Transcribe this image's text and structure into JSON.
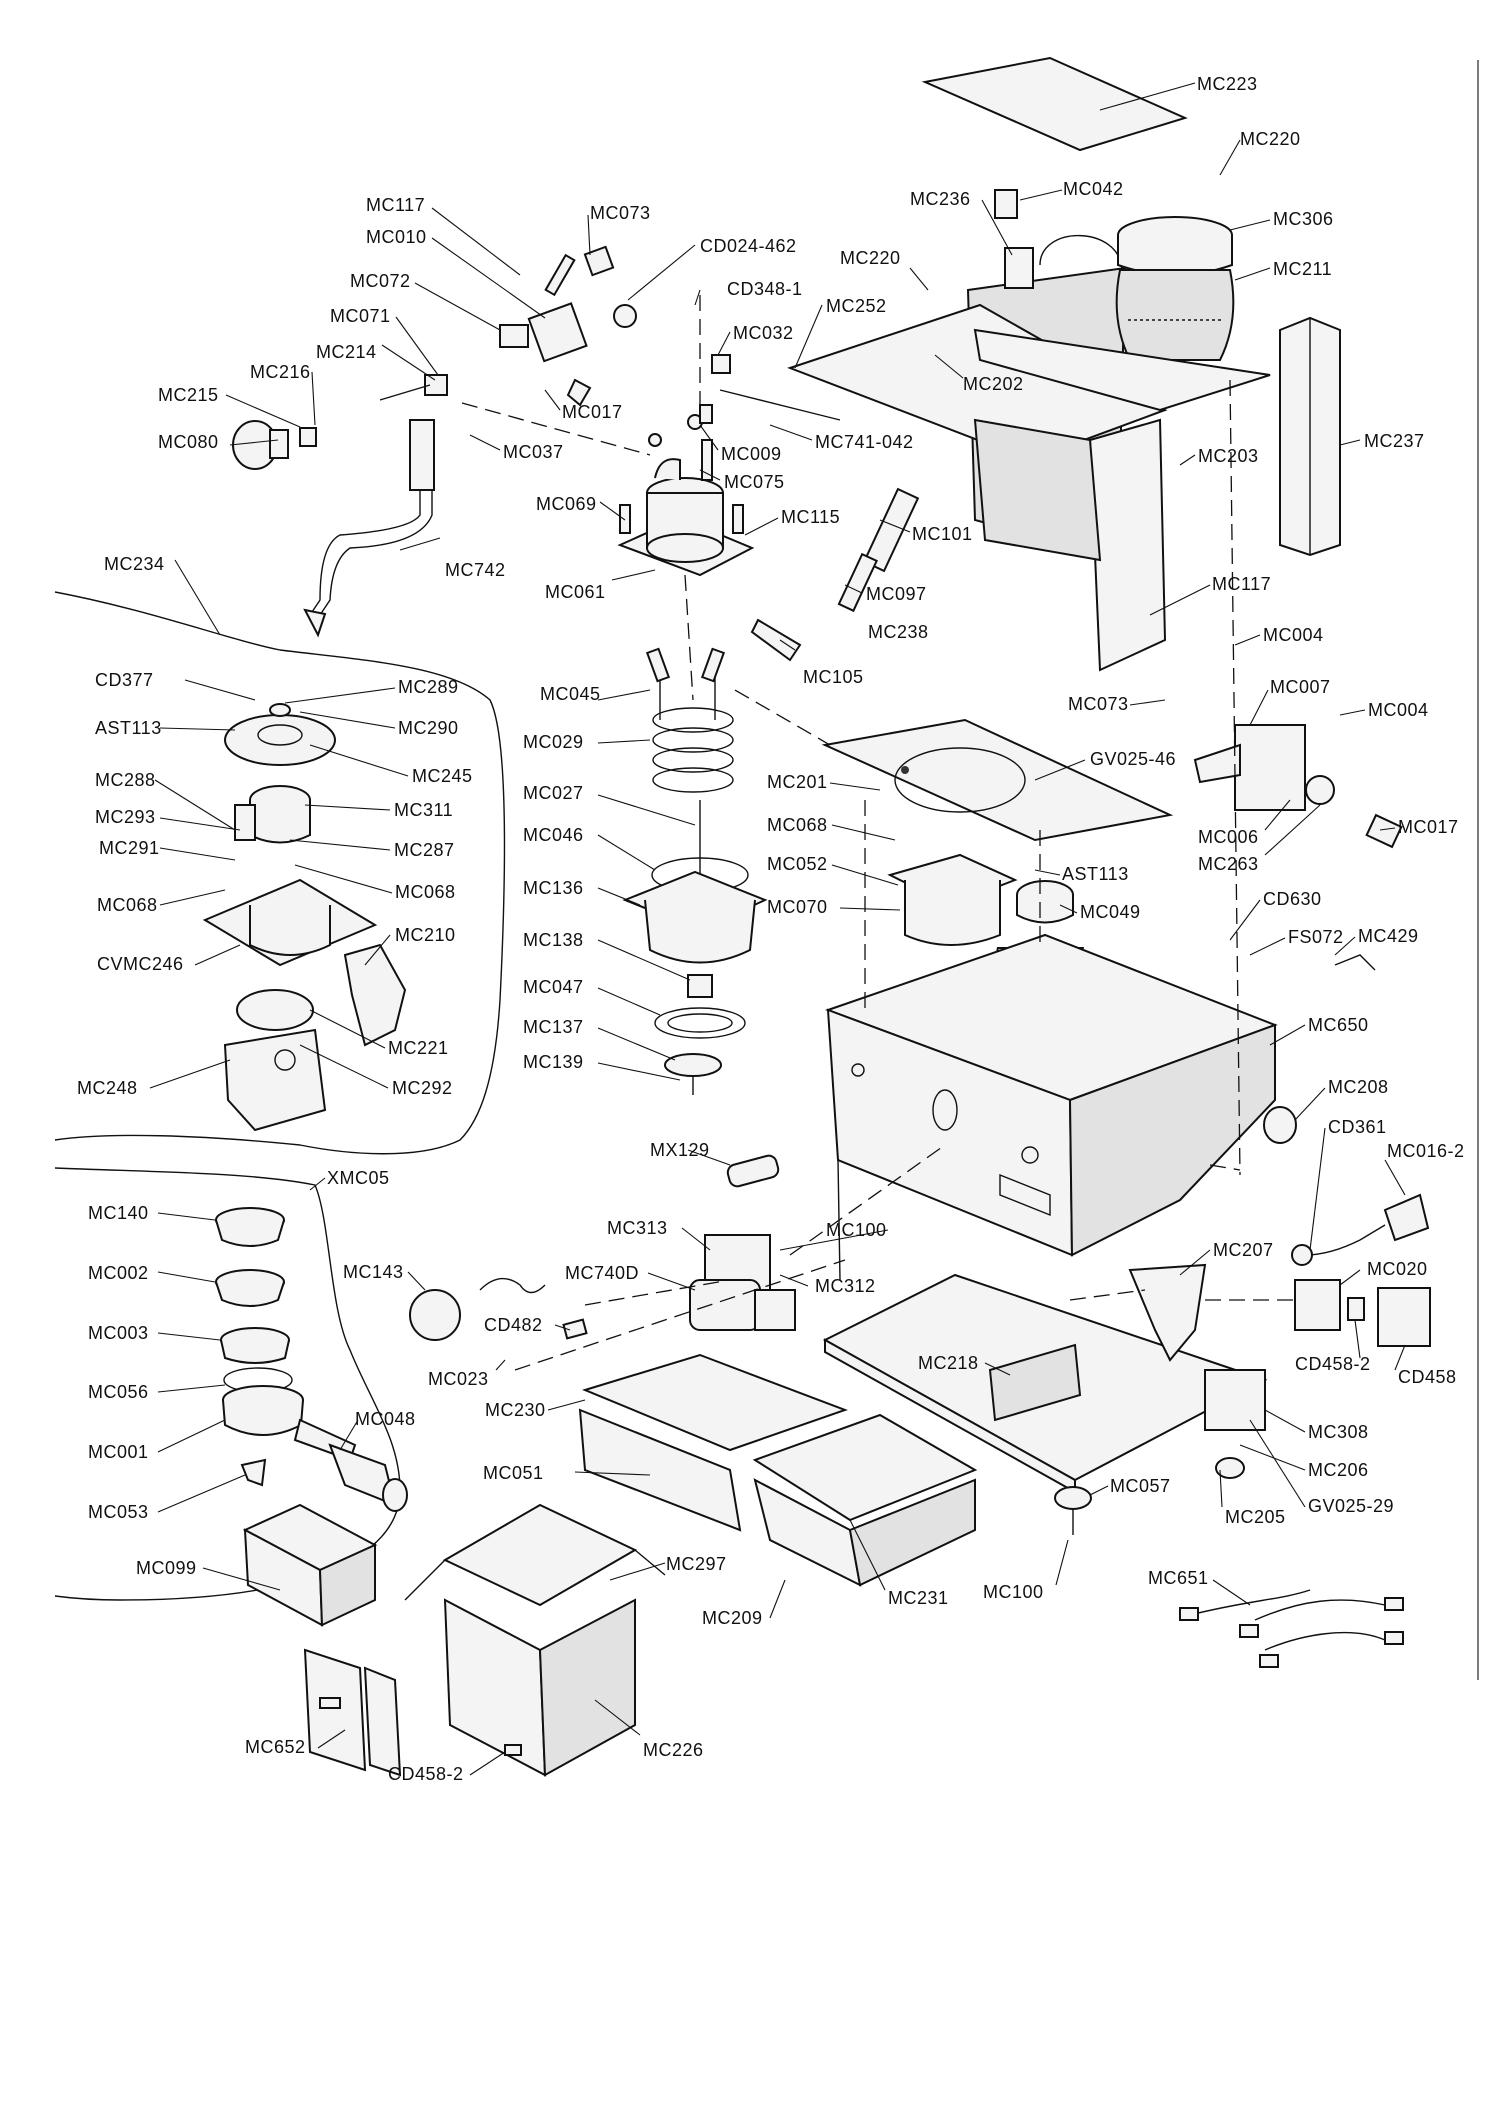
{
  "labels": {
    "mc223": "MC223",
    "mc220_top": "MC220",
    "mc042": "MC042",
    "mc236": "MC236",
    "mc306": "MC306",
    "mc211": "MC211",
    "mc220": "MC220",
    "mc252": "MC252",
    "mc202": "MC202",
    "mc237": "MC237",
    "mc203": "MC203",
    "mc117_right": "MC117",
    "mc004_a": "MC004",
    "mc007": "MC007",
    "mc004_b": "MC004",
    "mc073_right": "MC073",
    "mc006": "MC006",
    "mc017_right": "MC017",
    "mc263": "MC263",
    "mc117": "MC117",
    "mc073": "MC073",
    "mc010": "MC010",
    "cd024_462": "CD024-462",
    "mc072": "MC072",
    "cd348_1": "CD348-1",
    "mc071": "MC071",
    "mc032": "MC032",
    "mc214": "MC214",
    "mc216": "MC216",
    "mc215": "MC215",
    "mc017": "MC017",
    "mc080": "MC080",
    "mc037": "MC037",
    "mc009": "MC009",
    "mc741_042": "MC741-042",
    "mc075": "MC075",
    "mc069": "MC069",
    "mc115": "MC115",
    "mc742": "MC742",
    "mc101": "MC101",
    "mc061": "MC061",
    "mc097": "MC097",
    "mc234": "MC234",
    "mc238": "MC238",
    "mc105": "MC105",
    "mc045": "MC045",
    "mc029": "MC029",
    "mc027": "MC027",
    "mc046": "MC046",
    "mc136": "MC136",
    "mc138": "MC138",
    "mc047": "MC047",
    "mc137": "MC137",
    "mc139": "MC139",
    "mc201": "MC201",
    "gv025_46": "GV025-46",
    "mc068_mid": "MC068",
    "mc052": "MC052",
    "ast113_mid": "AST113",
    "mc070": "MC070",
    "mc049": "MC049",
    "cd630": "CD630",
    "fs072": "FS072",
    "mc429": "MC429",
    "mc650": "MC650",
    "mc208": "MC208",
    "cd361": "CD361",
    "mc016_2": "MC016-2",
    "cd377": "CD377",
    "mc289": "MC289",
    "ast113": "AST113",
    "mc290": "MC290",
    "mc245": "MC245",
    "mc288": "MC288",
    "mc311": "MC311",
    "mc293": "MC293",
    "mc287": "MC287",
    "mc291": "MC291",
    "mc068_a": "MC068",
    "mc068_b": "MC068",
    "mc210": "MC210",
    "cvmc246": "CVMC246",
    "mc221": "MC221",
    "mc248": "MC248",
    "mc292": "MC292",
    "mx129": "MX129",
    "xmc05": "XMC05",
    "mc140": "MC140",
    "mc002": "MC002",
    "mc143": "MC143",
    "mc313": "MC313",
    "mc740d": "MC740D",
    "mc312": "MC312",
    "mc100": "MC100",
    "mc207": "MC207",
    "mc020": "MC020",
    "mc003": "MC003",
    "cd482": "CD482",
    "mc023": "MC023",
    "mc218": "MC218",
    "cd458_2_right": "CD458-2",
    "cd458": "CD458",
    "mc056": "MC056",
    "mc230": "MC230",
    "mc048": "MC048",
    "mc308": "MC308",
    "mc001": "MC001",
    "mc051": "MC051",
    "mc206": "MC206",
    "mc057": "MC057",
    "mc053": "MC053",
    "mc205": "MC205",
    "gv025_29": "GV025-29",
    "mc099": "MC099",
    "mc297": "MC297",
    "mc100_b": "MC100",
    "mc231": "MC231",
    "mc209": "MC209",
    "mc651": "MC651",
    "mc226": "MC226",
    "mc652": "MC652",
    "cd458_2": "CD458-2"
  },
  "icons": {
    "grinder": "grinder-assembly-icon",
    "boiler": "boiler-icon",
    "housing": "machine-housing-icon",
    "portafilter": "portafilter-icon",
    "box": "packaging-box-icon"
  }
}
